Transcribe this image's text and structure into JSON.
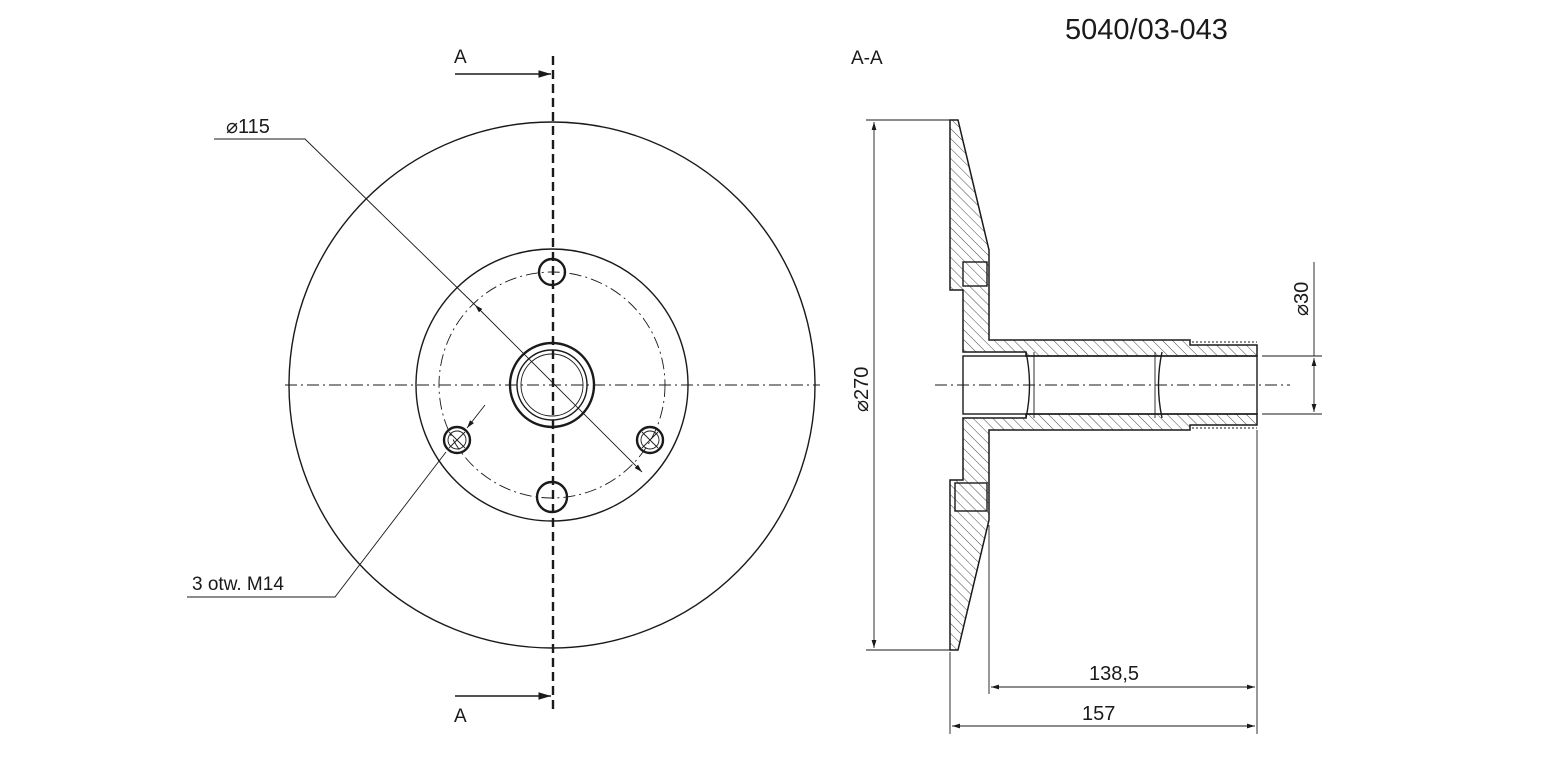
{
  "drawing_number": "5040/03-043",
  "section_marks": {
    "top": "A",
    "bottom": "A",
    "section_title": "A-A"
  },
  "front_view": {
    "pitch_circle_dim": "⌀115",
    "holes_note": "3 otw. M14"
  },
  "section_view": {
    "flange_diameter_dim": "⌀270",
    "shaft_diameter_dim": "⌀30",
    "length_inner_dim": "138,5",
    "length_overall_dim": "157"
  },
  "colors": {
    "line": "#1a1a1a",
    "background": "#ffffff"
  }
}
